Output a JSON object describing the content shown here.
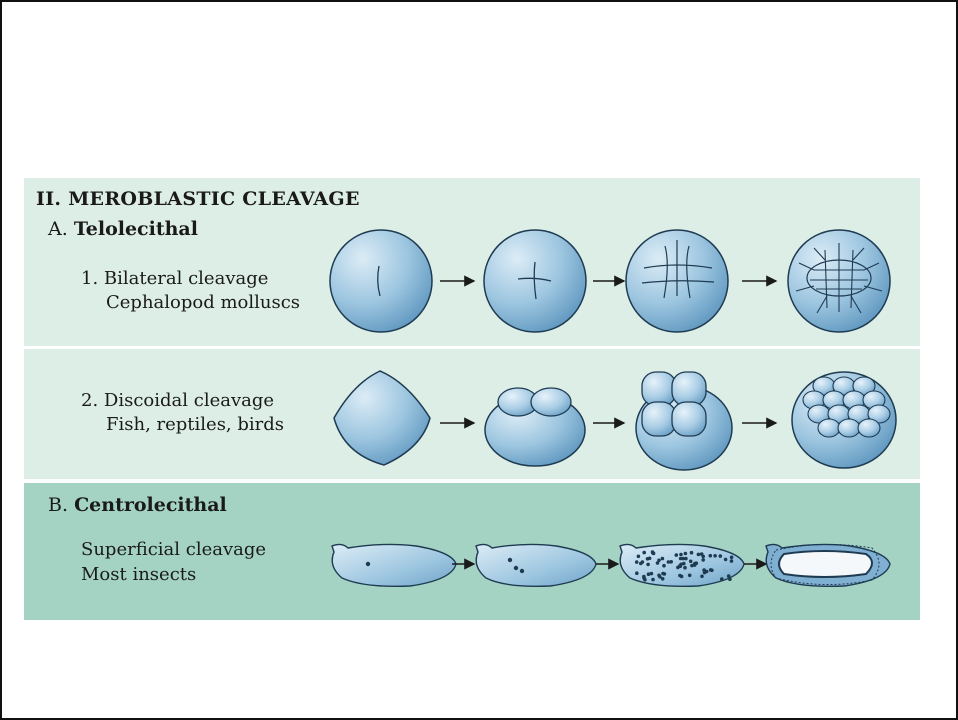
{
  "title": "II. MEROBLASTIC CLEAVAGE",
  "sections": [
    {
      "marker": "A.",
      "name": "Telolecithal",
      "types": [
        {
          "number": "1.",
          "name": "Bilateral cleavage",
          "organisms": "Cephalopod molluscs"
        },
        {
          "number": "2.",
          "name": "Discoidal cleavage",
          "organisms": "Fish, reptiles, birds"
        }
      ]
    },
    {
      "marker": "B.",
      "name": "Centrolecithal",
      "types": [
        {
          "number": "",
          "name": "Superficial cleavage",
          "organisms": "Most insects"
        }
      ]
    }
  ],
  "colors": {
    "panel_light": "#ddeee6",
    "panel_dark": "#a4d3c3",
    "cell_fill": "#8fbfdc",
    "cell_outline": "#1f3b52"
  }
}
